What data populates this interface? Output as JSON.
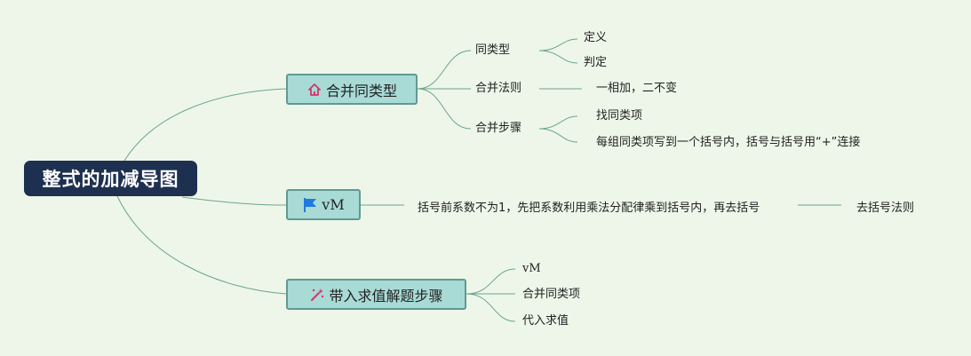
{
  "root": {
    "label": "整式的加减导图"
  },
  "branches": [
    {
      "label": "合并同类型",
      "icon": "house-icon",
      "children": [
        {
          "label": "同类型",
          "children": [
            "定义",
            "判定"
          ]
        },
        {
          "label": "合并法则",
          "children": [
            "一相加，二不变"
          ]
        },
        {
          "label": "合并步骤",
          "children": [
            "找同类项",
            "每组同类项写到一个括号内，括号与括号用“+”连接"
          ]
        }
      ]
    },
    {
      "label": "vM",
      "icon": "flag-icon",
      "children": [
        {
          "label": "括号前系数不为1，先把系数利用乘法分配律乘到括号内，再去括号",
          "children": [
            "去括号法则"
          ]
        }
      ]
    },
    {
      "label": "带入求值解题步骤",
      "icon": "magic-wand-icon",
      "children": [
        {
          "label": "vM"
        },
        {
          "label": "合并同类项"
        },
        {
          "label": "代入求值"
        }
      ]
    }
  ],
  "colors": {
    "background": "#eef6e9",
    "root": "#1e3050",
    "branch_fill": "#a8dad6",
    "branch_border": "#5f9a92",
    "link": "#6aa58f",
    "icon_accent": "#d6336c",
    "flag": "#1f7ae0"
  }
}
